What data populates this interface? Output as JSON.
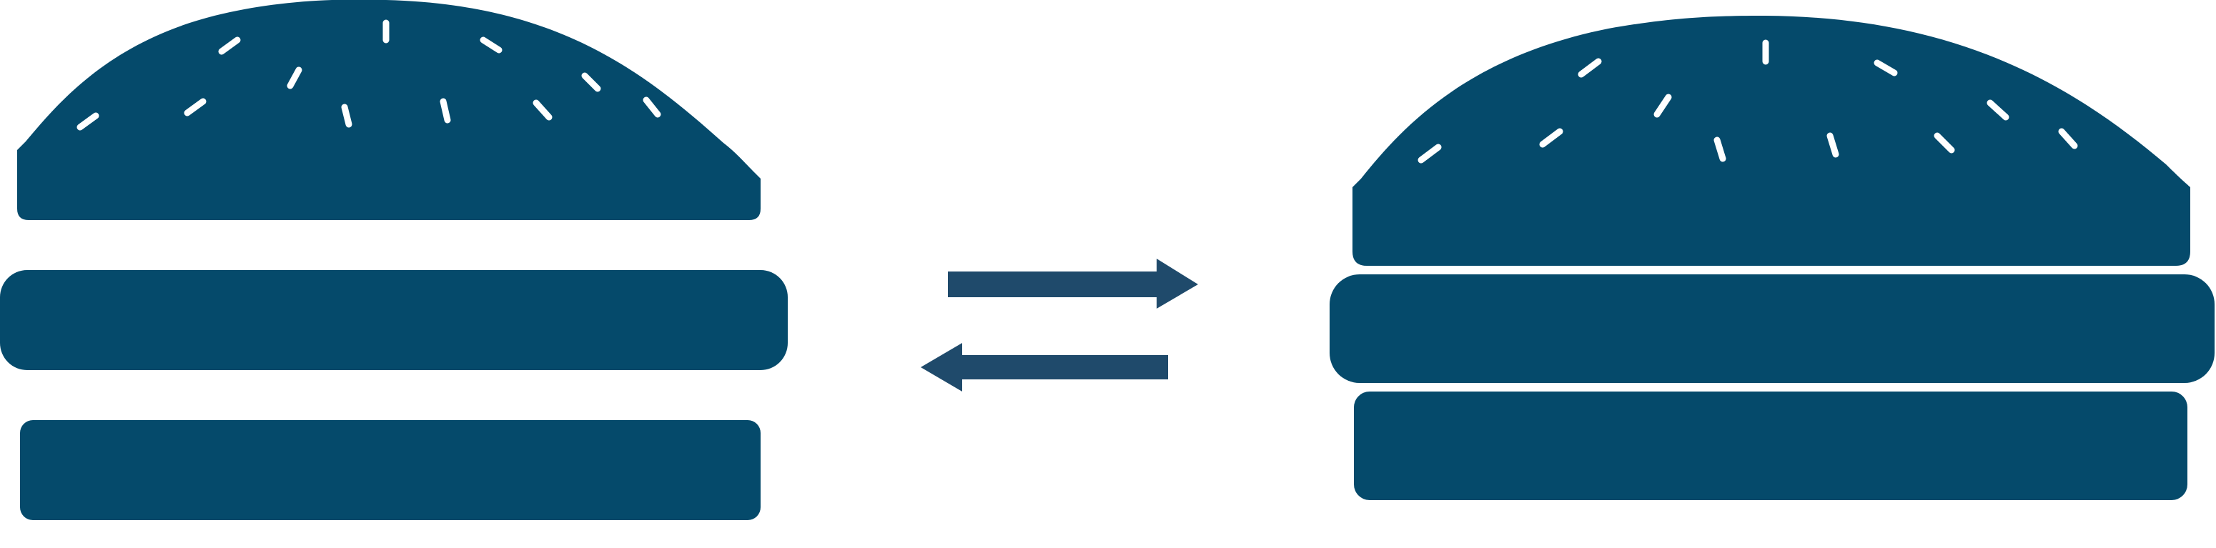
{
  "colors": {
    "bun": "#054a6b",
    "arrow": "#1f4a6b",
    "sesame": "#ffffff",
    "background": "#ffffff"
  },
  "diagram": {
    "left": {
      "name": "burger-stacked-separated",
      "parts": [
        "top-bun",
        "patty",
        "bottom-bun"
      ]
    },
    "middle": {
      "name": "reversible-arrows",
      "parts": [
        "arrow-right",
        "arrow-left"
      ]
    },
    "right": {
      "name": "burger-stacked-assembled",
      "parts": [
        "top-bun",
        "patty",
        "bottom-bun"
      ]
    }
  }
}
